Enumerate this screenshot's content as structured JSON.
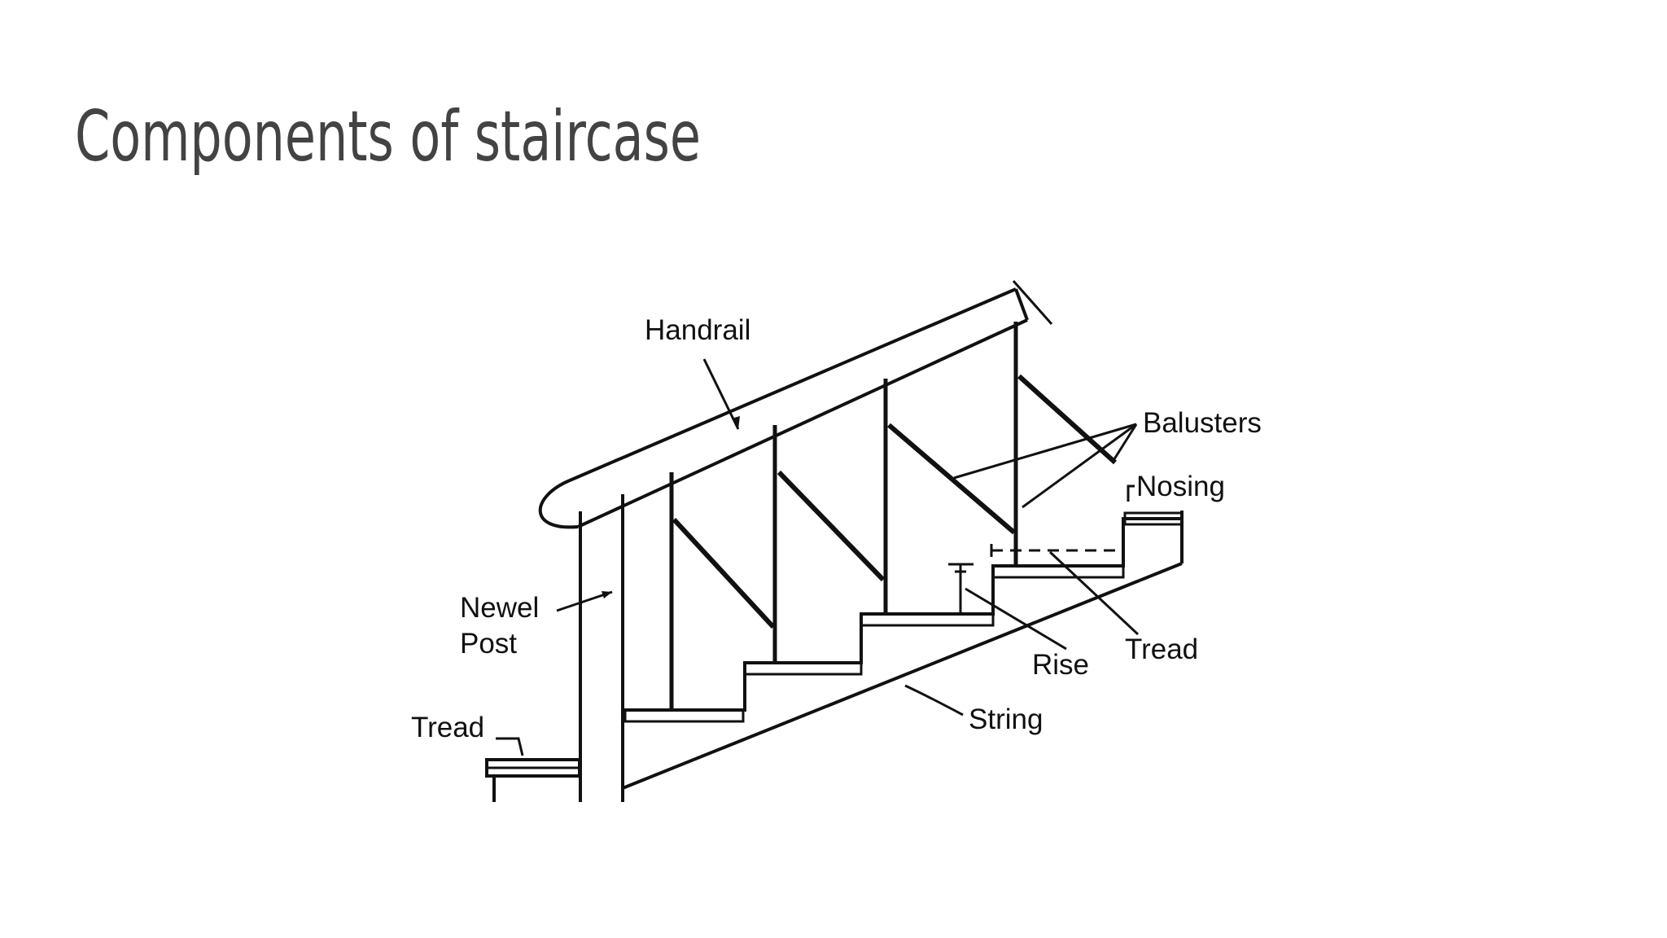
{
  "slide": {
    "title": "Components of staircase"
  },
  "diagram": {
    "labels": {
      "handrail": "Handrail",
      "balusters": "Balusters",
      "nosing": "Nosing",
      "newel_line1": "Newel",
      "newel_line2": "Post",
      "tread_left": "Tread",
      "tread_right": "Tread",
      "rise": "Rise",
      "string": "String"
    }
  }
}
